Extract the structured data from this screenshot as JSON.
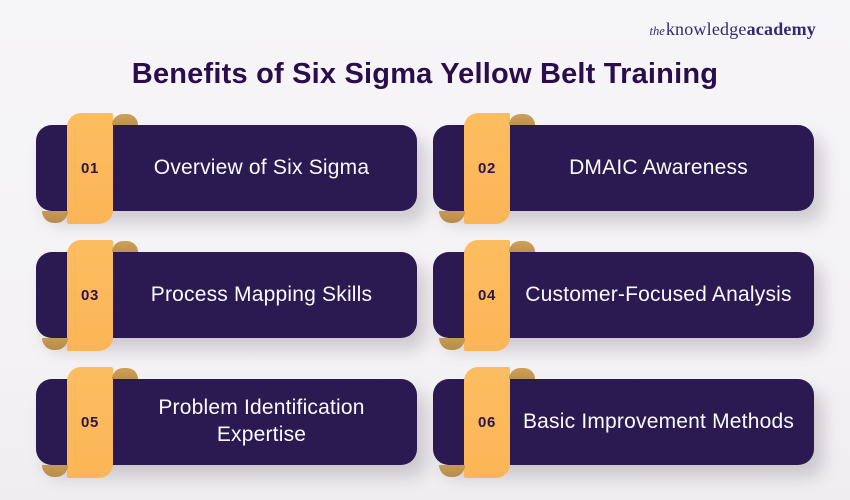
{
  "brand": {
    "the": "the",
    "knowledge": "knowledge",
    "academy": "academy"
  },
  "header": {
    "title": "Benefits of Six Sigma Yellow Belt Training"
  },
  "cards": [
    {
      "number": "01",
      "title": "Overview of Six Sigma"
    },
    {
      "number": "02",
      "title": "DMAIC Awareness"
    },
    {
      "number": "03",
      "title": "Process Mapping Skills"
    },
    {
      "number": "04",
      "title": "Customer-Focused Analysis"
    },
    {
      "number": "05",
      "title": "Problem Identification Expertise"
    },
    {
      "number": "06",
      "title": "Basic Improvement Methods"
    }
  ],
  "colors": {
    "background": "#f5f3f4",
    "card_background": "#2b1a51",
    "ribbon": "#fbb75b",
    "ribbon_curl": "#c79a55",
    "title_text": "#2a0d4b",
    "card_text": "#ffffff",
    "number_text": "#2c1348",
    "logo_text": "#352a72"
  }
}
